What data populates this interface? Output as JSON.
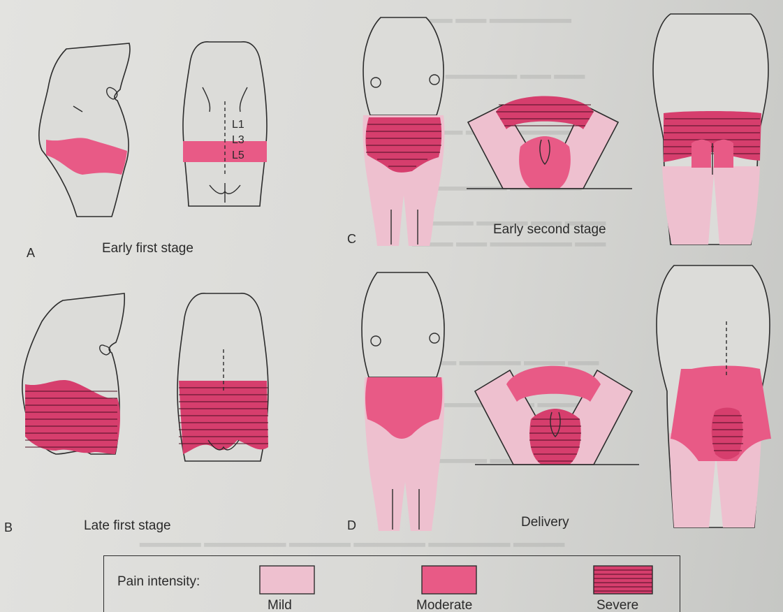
{
  "figure": {
    "panels": [
      {
        "letter": "A",
        "caption": "Early first stage",
        "vertebra_labels": [
          "L1",
          "L3",
          "L5"
        ]
      },
      {
        "letter": "B",
        "caption": "Late first stage"
      },
      {
        "letter": "C",
        "caption": "Early second stage"
      },
      {
        "letter": "D",
        "caption": "Delivery"
      }
    ]
  },
  "legend": {
    "title": "Pain intensity:",
    "items": [
      {
        "label": "Mild",
        "color": "#eec0cf"
      },
      {
        "label": "Moderate",
        "color": "#e85a86"
      },
      {
        "label": "Severe",
        "color": "#d63e6d"
      }
    ]
  },
  "colors": {
    "page": "#d9d9d6",
    "ink": "#2c2c2c",
    "mild": "#eec0cf",
    "moderate": "#e85a86",
    "severe": "#d63e6d"
  }
}
